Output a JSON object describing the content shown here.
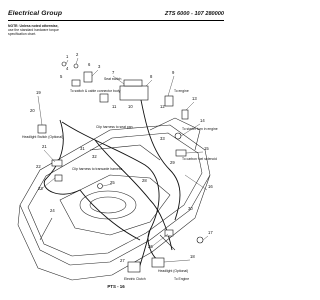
{
  "header": {
    "title": "Electrical Group",
    "model": "ZTS 6000 - 107 280000"
  },
  "note": {
    "heading": "NOTE: Unless noted otherwise,",
    "line2": "use the standard hardware torque",
    "line3": "specification chart."
  },
  "footer": {
    "page": "PTS - 16"
  },
  "callouts": [
    "1",
    "2",
    "3",
    "4",
    "5",
    "6",
    "7",
    "8",
    "9",
    "10",
    "11",
    "12",
    "13",
    "14",
    "15",
    "16",
    "17",
    "18",
    "19",
    "20",
    "21",
    "22",
    "23",
    "24",
    "25",
    "26",
    "27",
    "28",
    "29",
    "30",
    "31",
    "32",
    "33"
  ],
  "labels": {
    "switch_connector": "To switch & cable connector body",
    "seat_switch": "Seat switch",
    "engine": "To engine",
    "starter_sw": "To starter turn in engine",
    "headlight_switch": "Headlight Switch (Optional)",
    "pto": "Clip harness to seat pan",
    "harness": "Clip harness to transaxle harness",
    "fuel_sol": "To carbon fuel solenoid",
    "lamp": "Headlight (Optional)",
    "electric_clutch": "Electric Clutch",
    "to_engine": "To Engine"
  }
}
